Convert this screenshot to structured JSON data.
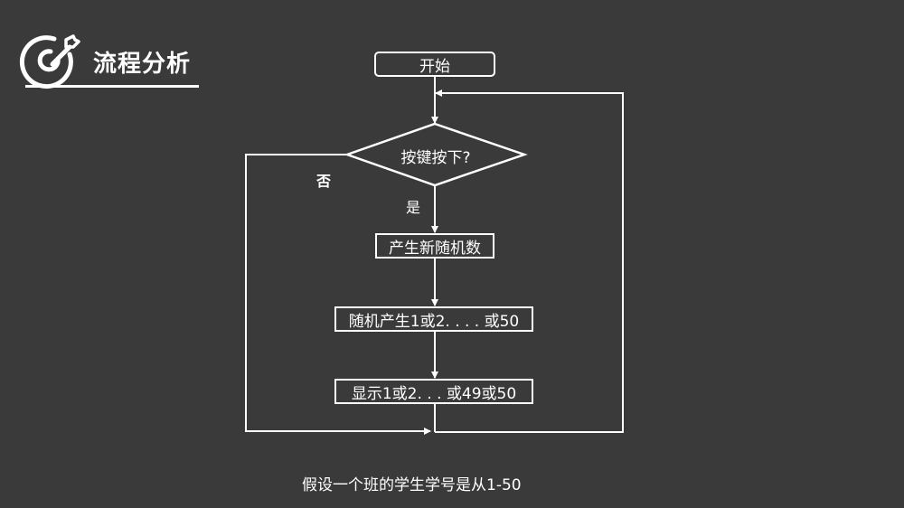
{
  "header": {
    "title": "流程分析",
    "icon": "target-icon"
  },
  "flowchart": {
    "start": "开始",
    "decision": "按键按下?",
    "no_label": "否",
    "yes_label": "是",
    "step_new_random": "产生新随机数",
    "step_random_gen": "随机产生1或2. . . . 或50",
    "step_display": "显示1或2. . . 或49或50"
  },
  "footnote": "假设一个班的学生学号是从1-50",
  "colors": {
    "background": "#3a3a3a",
    "foreground": "#ffffff"
  }
}
